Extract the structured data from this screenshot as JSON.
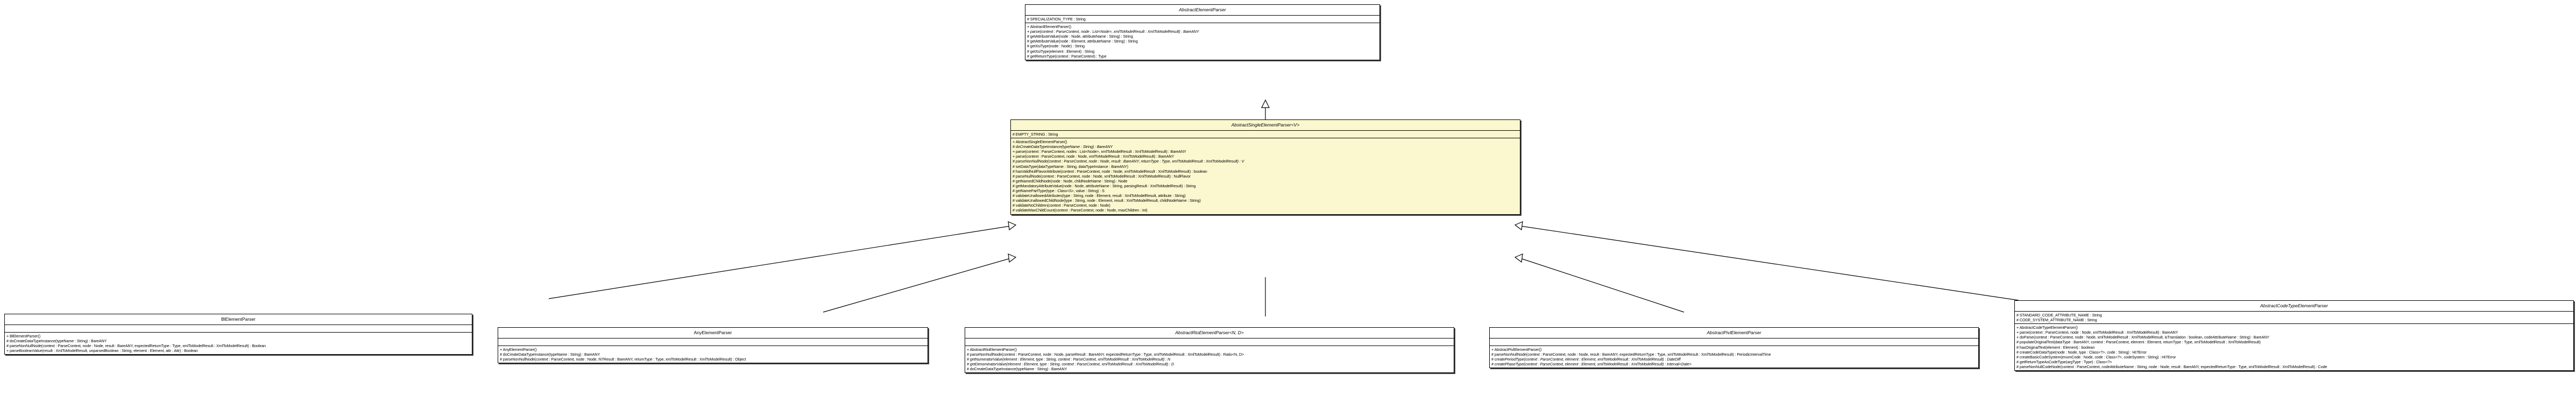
{
  "diagram": {
    "type": "uml-class-diagram",
    "title_hidden": "",
    "relationship": "generalization",
    "highlight_color": "#fbf8d0",
    "line_color": "#000000"
  },
  "classes": [
    {
      "id": "abstract-element-parser",
      "name": "AbstractElementParser",
      "abstract": true,
      "highlight": false,
      "attributes": [
        "# SPECIALIZATION_TYPE : String"
      ],
      "operations": [
        {
          "text": "+ AbstractElementParser()",
          "abstract": false
        },
        {
          "text": "+ parse(context : ParseContext, node : List<Node>, xmlToModelResult : XmlToModelResult) : BareANY",
          "abstract": true
        },
        {
          "text": "# getAttributeValue(node : Node, attributeName : String) : String",
          "abstract": false
        },
        {
          "text": "# getAttributeValue(node : Element, attributeName : String) : String",
          "abstract": false
        },
        {
          "text": "# getXsiType(node : Node) : String",
          "abstract": false
        },
        {
          "text": "# getXsiType(element : Element) : String",
          "abstract": false
        },
        {
          "text": "# getReturnType(context : ParseContext) : Type",
          "abstract": false
        }
      ]
    },
    {
      "id": "abstract-single-element-parser",
      "name": "AbstractSingleElementParser<V>",
      "abstract": true,
      "highlight": true,
      "attributes": [
        "# EMPTY_STRING : String"
      ],
      "operations": [
        {
          "text": "+ AbstractSingleElementParser()",
          "abstract": false
        },
        {
          "text": "# doCreateDataTypeInstance(typeName : String) : BareANY",
          "abstract": true
        },
        {
          "text": "+ parse(context : ParseContext, nodes : List<Node>, xmlToModelResult : XmlToModelResult) : BareANY",
          "abstract": false
        },
        {
          "text": "+ parse(context : ParseContext, node : Node, xmlToModelResult : XmlToModelResult) : BareANY",
          "abstract": false
        },
        {
          "text": "# parseNonNullNode(context : ParseContext, node : Node, result : BareANY, returnType : Type, xmlToModelResult : XmlToModelResult) : V",
          "abstract": true
        },
        {
          "text": "# setDataType(dataTypeName : String, dataTypeInstance : BareANY)",
          "abstract": false
        },
        {
          "text": "# hasValidNullFlavorAttribute(context : ParseContext, node : Node, xmlToModelResult : XmlToModelResult) : boolean",
          "abstract": false
        },
        {
          "text": "# parseNullNode(context : ParseContext, node : Node, xmlToModelResult : XmlToModelResult) : NullFlavor",
          "abstract": false
        },
        {
          "text": "# getNamedChildNode(node : Node, childNodeName : String) : Node",
          "abstract": false
        },
        {
          "text": "# getMandatoryAttributeValue(node : Node, attributeName : String, parsingResult : XmlToModelResult) : String",
          "abstract": false
        },
        {
          "text": "# getNamePartType(type : Class<S>, value : String) : S",
          "abstract": false
        },
        {
          "text": "# validateUnallowedAttributes(type : String, node : Element, result : XmlToModelResult, attribute : String)",
          "abstract": false
        },
        {
          "text": "# validateUnallowedChildNode(type : String, node : Element, result : XmlToModelResult, childNodeName : String)",
          "abstract": false
        },
        {
          "text": "# validateNoChildren(context : ParseContext, node : Node)",
          "abstract": false
        },
        {
          "text": "# validateMaxChildCount(context : ParseContext, node : Node, maxChildren : int)",
          "abstract": false
        }
      ]
    },
    {
      "id": "bl-element-parser",
      "name": "BlElementParser",
      "abstract": false,
      "highlight": false,
      "attributes": [],
      "operations": [
        {
          "text": "+ BlElementParser()",
          "abstract": false
        },
        {
          "text": "# doCreateDataTypeInstance(typeName : String) : BareANY",
          "abstract": false
        },
        {
          "text": "# parseNonNullNode(context : ParseContext, node : Node, result : BareANY, expectedReturnType : Type, xmlToModelResult : XmlToModelResult) : Boolean",
          "abstract": false
        },
        {
          "text": "+ parseBooleanValue(result : XmlToModelResult, unparsedBoolean : String, element : Element, attr : Attr) : Boolean",
          "abstract": false
        }
      ]
    },
    {
      "id": "any-element-parser",
      "name": "AnyElementParser",
      "abstract": false,
      "highlight": false,
      "attributes": [],
      "operations": [
        {
          "text": "+ AnyElementParser()",
          "abstract": false
        },
        {
          "text": "# doCreateDataTypeInstance(typeName : String) : BareANY",
          "abstract": false
        },
        {
          "text": "# parseNonNullNode(context : ParseContext, node : Node, hl7Result : BareANY, returnType : Type, xmlToModelResult : XmlToModelResult) : Object",
          "abstract": false
        }
      ]
    },
    {
      "id": "abstract-rto-element-parser",
      "name": "AbstractRtoElementParser<N, D>",
      "abstract": true,
      "highlight": false,
      "attributes": [],
      "operations": [
        {
          "text": "+ AbstractRtoElementParser()",
          "abstract": false
        },
        {
          "text": "# parseNonNullNode(context : ParseContext, node : Node, parseResult : BareANY, expectedReturnType : Type, xmlToModelResult : XmlToModelResult) : Ratio<N, D>",
          "abstract": false
        },
        {
          "text": "# getNumeratorValue(element : Element, type : String, context : ParseContext, xmlToModelResult : XmlToModelResult) : N",
          "abstract": true
        },
        {
          "text": "# getDenominatorValue(element : Element, type : String, context : ParseContext, xmlToModelResult : XmlToModelResult) : D",
          "abstract": true
        },
        {
          "text": "# doCreateDataTypeInstance(typeName : String) : BareANY",
          "abstract": false
        }
      ]
    },
    {
      "id": "abstract-pivl-element-parser",
      "name": "AbstractPivlElementParser",
      "abstract": true,
      "highlight": false,
      "attributes": [],
      "operations": [
        {
          "text": "+ AbstractPivlElementParser()",
          "abstract": false
        },
        {
          "text": "# parseNonNullNode(context : ParseContext, node : Node, result : BareANY, expectedReturnType : Type, xmlToModelResult : XmlToModelResult) : PeriodicIntervalTime",
          "abstract": false
        },
        {
          "text": "# createPeriodType(context : ParseContext, element : Element, xmlToModelResult : XmlToModelResult) : DateDiff",
          "abstract": true
        },
        {
          "text": "# createPhaseType(context : ParseContext, element : Element, xmlToModelResult : XmlToModelResult) : Interval<Date>",
          "abstract": true
        }
      ]
    },
    {
      "id": "abstract-code-type-element-parser",
      "name": "AbstractCodeTypeElementParser",
      "abstract": true,
      "highlight": false,
      "attributes": [
        "# STANDARD_CODE_ATTRIBUTE_NAME : String",
        "# CODE_SYSTEM_ATTRIBUTE_NAME : String"
      ],
      "operations": [
        {
          "text": "+ AbstractCodeTypeElementParser()",
          "abstract": false
        },
        {
          "text": "+ parse(context : ParseContext, node : Node, xmlToModelResult : XmlToModelResult) : BareANY",
          "abstract": false
        },
        {
          "text": "+ doParse(context : ParseContext, node : Node, xmlToModelResult : XmlToModelResult, isTranslation : boolean, codeAttributeName : String) : BareANY",
          "abstract": false
        },
        {
          "text": "# populateOriginalText(dataType : BareANY, context : ParseContext, element : Element, returnType : Type, xmlToModelResult : XmlToModelResult)",
          "abstract": false
        },
        {
          "text": "# hasOriginalText(element : Element) : boolean",
          "abstract": false
        },
        {
          "text": "# createCodeDataType(node : Node, type : Class<?>, code : String) : HI7Error",
          "abstract": false
        },
        {
          "text": "# createBasicCodeSystem(enumCode : Node, code : Class<?>, codeSystem : String) : HI7Error",
          "abstract": false
        },
        {
          "text": "# getReturnTypeAsCodeType(argType : Type) : Class<?>",
          "abstract": false
        },
        {
          "text": "# parseNonNullCodeNode(context : ParseContext, codeAttributeName : String, node : Node, result : BareANY, expectedReturnType : Type, xmlToModelResult : XmlToModelResult) : Code",
          "abstract": false
        }
      ]
    }
  ]
}
